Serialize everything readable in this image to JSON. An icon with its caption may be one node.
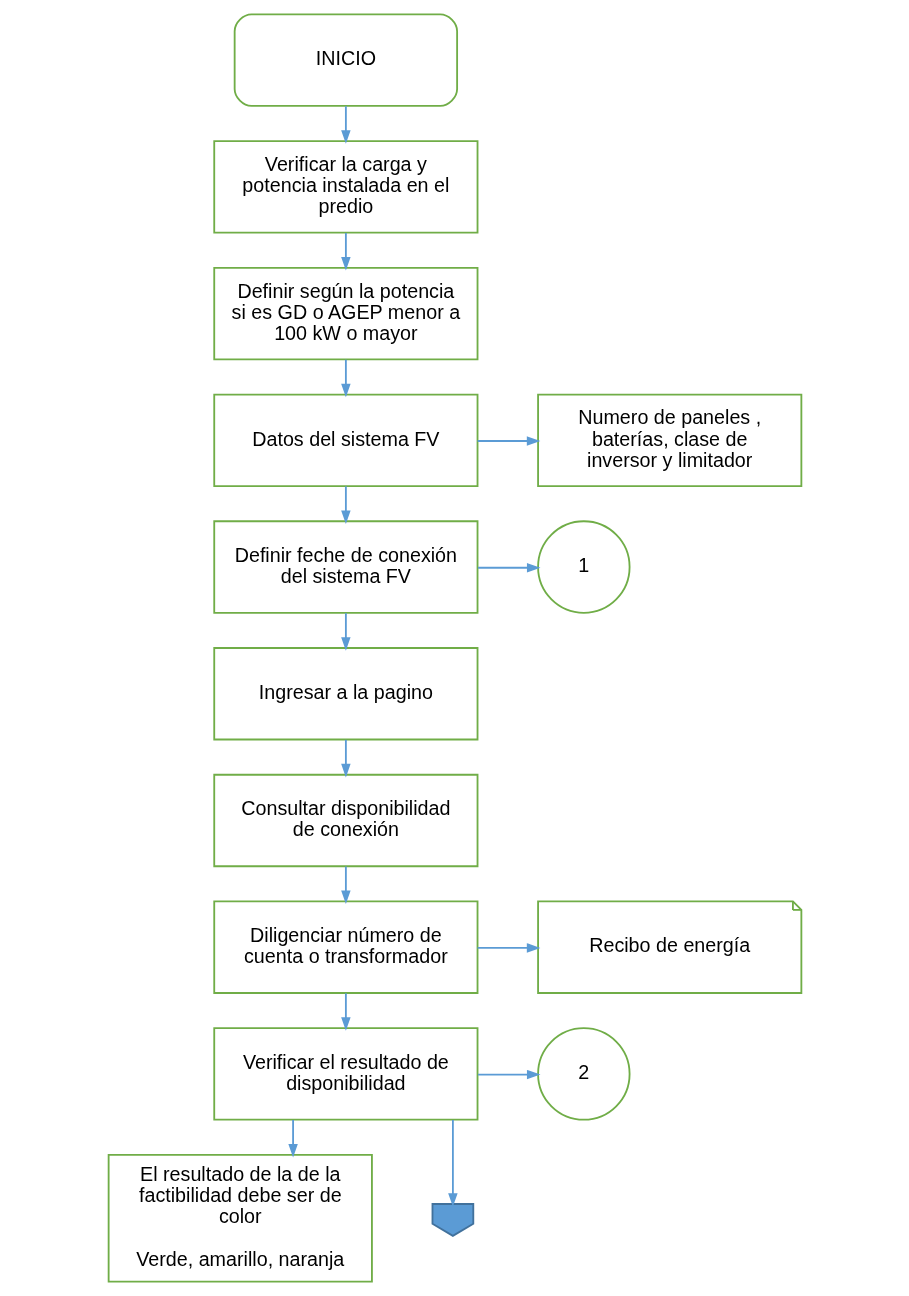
{
  "diagram": {
    "nodes": [
      {
        "text": [
          "INICIO"
        ]
      },
      {
        "text": [
          "Verificar la carga y potencia instalada en el predio"
        ]
      },
      {
        "text": [
          "Definir según la potencia si es GD o AGEP menor a 100 kW o mayor"
        ]
      },
      {
        "text": [
          "Numero de paneles , baterías, clase de inversor y limitador"
        ]
      },
      {
        "text": [
          "Datos del sistema FV"
        ]
      },
      {
        "text": [
          "Definir feche de conexión del sistema FV"
        ]
      },
      {
        "text": [
          "1"
        ]
      },
      {
        "text": [
          "Ingresar a la pagino"
        ]
      },
      {
        "text": [
          "Consultar disponibilidad de conexión"
        ]
      },
      {
        "text": [
          "Recibo de energía"
        ]
      },
      {
        "text": [
          "Diligenciar número de cuenta o transformador"
        ]
      },
      {
        "text": [
          "Verificar el resultado de disponibilidad"
        ]
      },
      {
        "text": [
          "2"
        ]
      },
      {
        "text": [
          "El resultado de la de la factibilidad debe ser de color",
          "Verde, amarillo, naranja"
        ]
      },
      {
        "text": [],
        "shape": "pentagon"
      }
    ],
    "edges": [
      {
        "from": 0,
        "to": 1,
        "arrow": "to"
      },
      {
        "from": 1,
        "to": 2,
        "arrow": "to"
      },
      {
        "from": 2,
        "to": 4,
        "arrow": "to"
      },
      {
        "from": 4,
        "to": 3,
        "arrow": "to"
      },
      {
        "from": 4,
        "to": 5,
        "arrow": "to"
      },
      {
        "from": 5,
        "to": 6,
        "arrow": "to"
      },
      {
        "from": 5,
        "to": 7,
        "arrow": "to"
      },
      {
        "from": 7,
        "to": 8,
        "arrow": "to"
      },
      {
        "from": 8,
        "to": 10,
        "arrow": "to"
      },
      {
        "from": 10,
        "to": 9,
        "arrow": "to"
      },
      {
        "from": 10,
        "to": 11,
        "arrow": "to"
      },
      {
        "from": 11,
        "to": 12,
        "arrow": "to"
      },
      {
        "from": 11,
        "to": 13,
        "arrow": "to"
      },
      {
        "from": 11,
        "to": 14,
        "arrow": "to"
      }
    ]
  }
}
